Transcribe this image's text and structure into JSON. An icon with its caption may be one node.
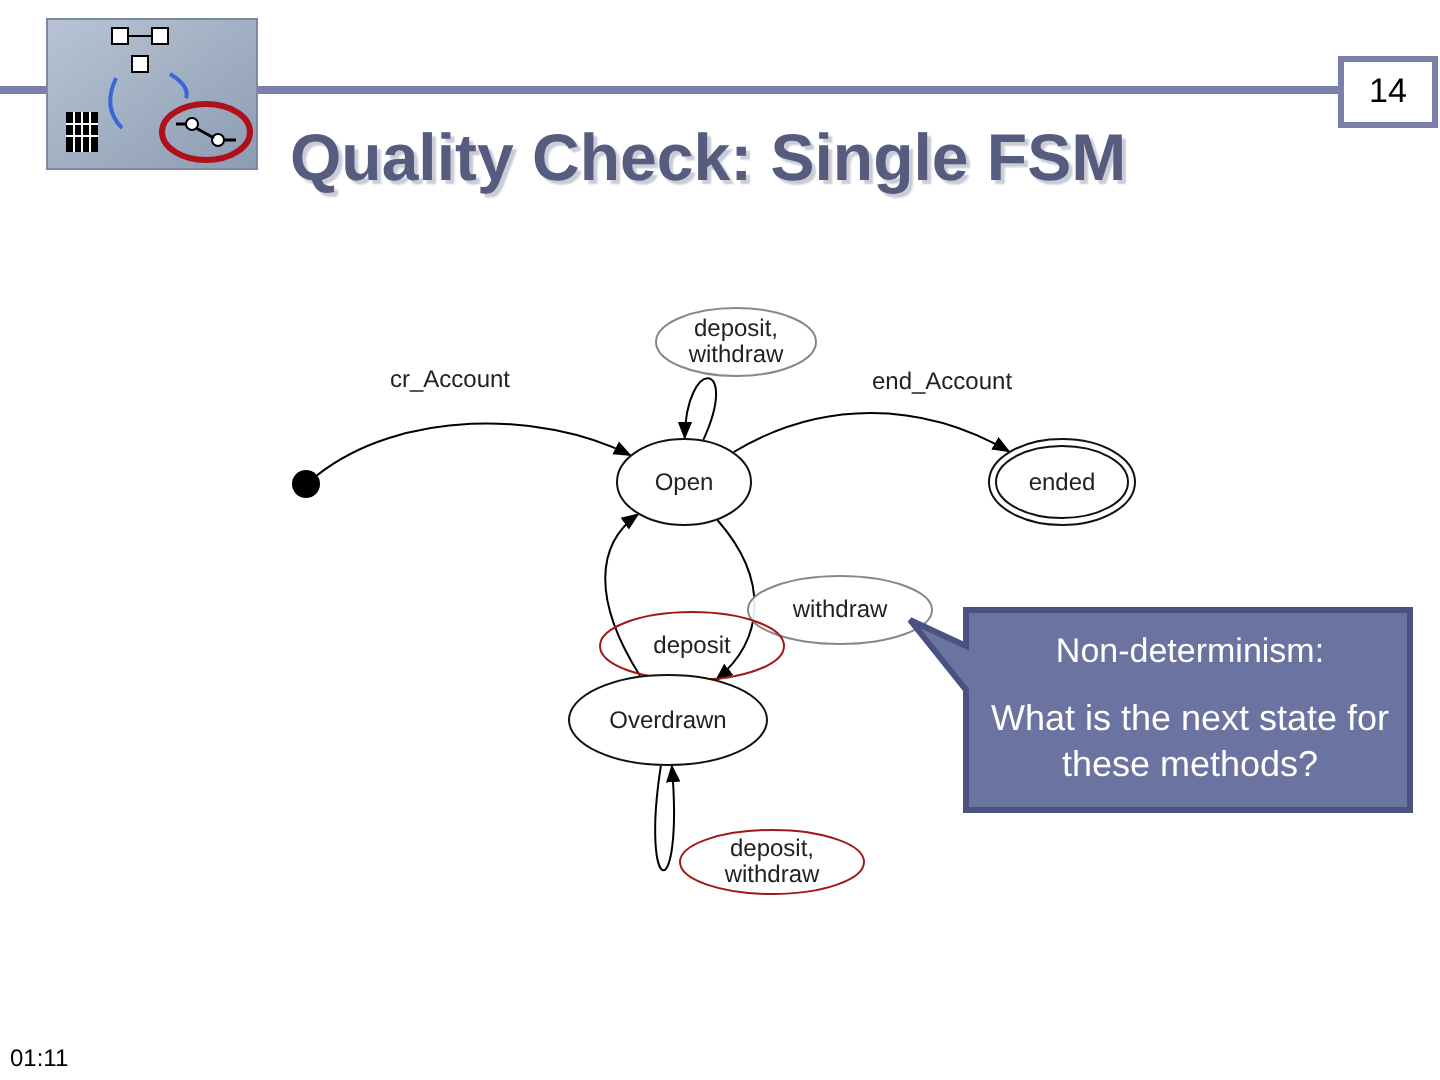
{
  "diagram": {
    "title": "Quality Check: Single FSM",
    "nodes": [
      {
        "text": [],
        "shape": "circle"
      },
      {
        "text": [
          "Open"
        ]
      },
      {
        "text": [
          "ended"
        ]
      },
      {
        "text": [
          "Overdrawn"
        ]
      },
      {
        "text": [
          "Non-determinism:",
          "What is the next state for these methods?"
        ]
      }
    ],
    "edges": [
      {
        "from": 0,
        "to": 1,
        "arrow": "to",
        "label": "cr_Account"
      },
      {
        "from": 1,
        "to": 2,
        "arrow": "to",
        "label": "end_Account"
      },
      {
        "from": 1,
        "to": 1,
        "arrow": "to",
        "label": "deposit, withdraw"
      },
      {
        "from": 1,
        "to": 3,
        "arrow": "to",
        "label": "withdraw"
      },
      {
        "from": 3,
        "to": 1,
        "arrow": "to",
        "label": "deposit"
      },
      {
        "from": 3,
        "to": 3,
        "arrow": "to",
        "label": "deposit, withdraw"
      }
    ],
    "labels": [
      "14",
      "01:11"
    ]
  }
}
